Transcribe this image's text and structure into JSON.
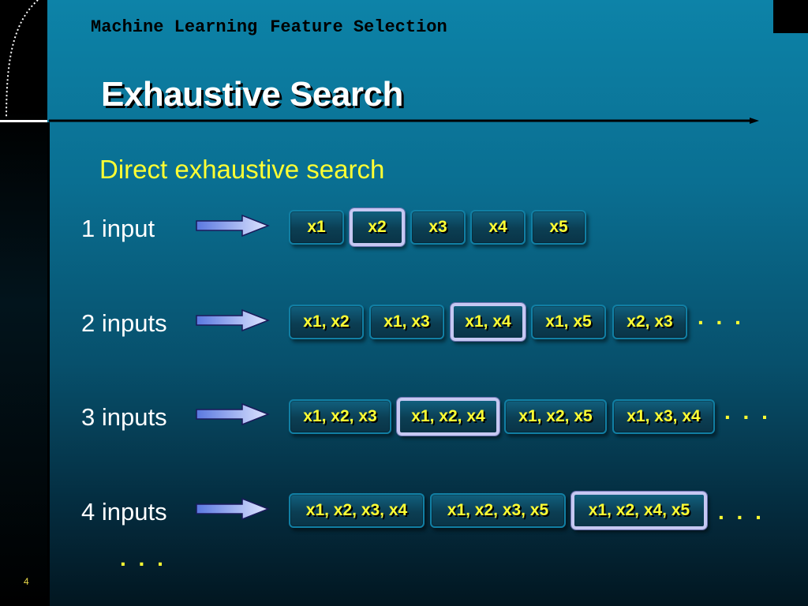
{
  "header": {
    "course": "Machine Learning",
    "topic": "Feature Selection"
  },
  "title": "Exhaustive Search",
  "subtitle": "Direct exhaustive search",
  "rows": [
    {
      "label": "1 input",
      "boxes": [
        "x1",
        "x2",
        "x3",
        "x4",
        "x5"
      ],
      "selected_index": 1,
      "ellipsis": ""
    },
    {
      "label": "2 inputs",
      "boxes": [
        "x1, x2",
        "x1, x3",
        "x1, x4",
        "x1, x5",
        "x2, x3"
      ],
      "selected_index": 2,
      "ellipsis": ". . ."
    },
    {
      "label": "3 inputs",
      "boxes": [
        "x1, x2, x3",
        "x1, x2, x4",
        "x1, x2, x5",
        "x1, x3, x4"
      ],
      "selected_index": 1,
      "ellipsis": ". . ."
    },
    {
      "label": "4 inputs",
      "boxes": [
        "x1, x2, x3, x4",
        "x1, x2, x3, x5",
        "x1, x2, x4, x5"
      ],
      "selected_index": 2,
      "ellipsis": ". . ."
    }
  ],
  "bottom_ellipsis": ". . .",
  "page_number": "4",
  "colors": {
    "accent_text": "#ffff33",
    "selected_border": "#c6c8f2",
    "box_border": "#117fa4"
  }
}
